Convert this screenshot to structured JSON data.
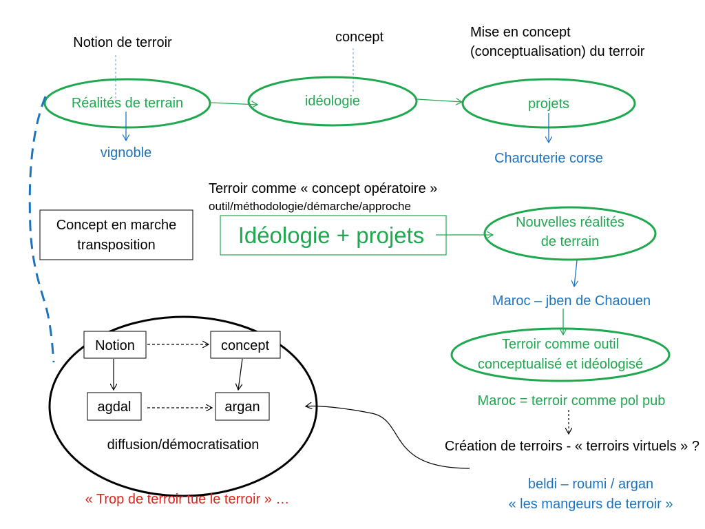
{
  "colors": {
    "green": "#1fa84f",
    "blue": "#1e73be",
    "red": "#e0241b",
    "black": "#000000",
    "dash_blue": "#7fa9d6"
  },
  "labels": {
    "notion_de_terroir": "Notion de terroir",
    "concept_top": "concept",
    "mise_en_concept_1": "Mise en concept",
    "mise_en_concept_2": "(conceptualisation) du terroir",
    "vignoble": "vignoble",
    "charcuterie": "Charcuterie corse",
    "terroir_operatoire": "Terroir comme « concept opératoire »",
    "outil_methodologie": "outil/méthodologie/démarche/approche",
    "maroc_jben": "Maroc – jben de Chaouen",
    "maroc_pol_pub": "Maroc = terroir comme pol pub",
    "creation_terroirs": "Création de terroirs - « terroirs virtuels » ?",
    "beldi": "beldi – roumi / argan",
    "mangeurs": "« les mangeurs de terroir »",
    "trop_de_terroir": "« Trop de terroir tue le terroir » …",
    "diffusion": "diffusion/démocratisation"
  },
  "nodes": {
    "realites": "Réalités de terrain",
    "ideologie": "idéologie",
    "projets": "projets",
    "nouvelles_1": "Nouvelles réalités",
    "nouvelles_2": "de terrain",
    "outil_1": "Terroir comme outil",
    "outil_2": "conceptualisé et idéologisé"
  },
  "boxes": {
    "concept_marche_1": "Concept en marche",
    "concept_marche_2": "transposition",
    "ideologie_projets": "Idéologie + projets",
    "notion": "Notion",
    "concept": "concept",
    "agdal": "agdal",
    "argan": "argan"
  }
}
